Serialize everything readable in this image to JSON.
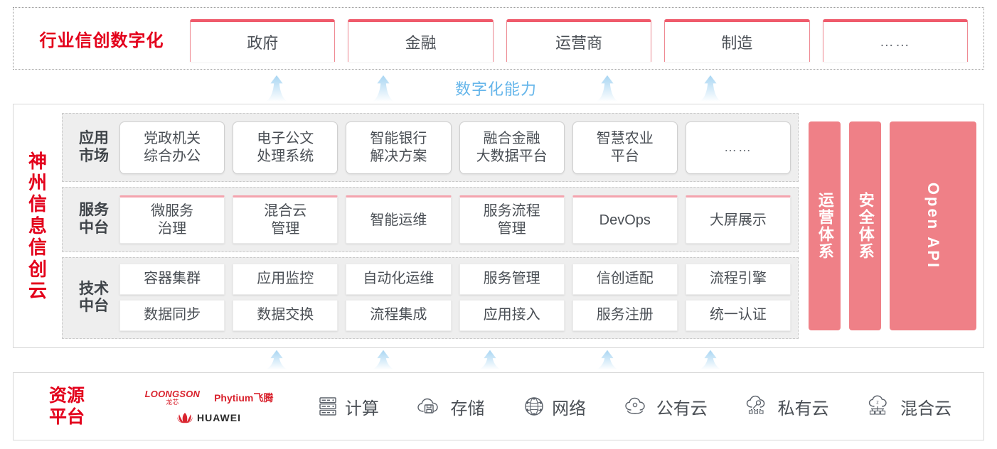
{
  "industry": {
    "title": "行业信创数字化",
    "tabs": [
      {
        "label": "政府"
      },
      {
        "label": "金融"
      },
      {
        "label": "运营商"
      },
      {
        "label": "制造"
      },
      {
        "label": "……"
      }
    ]
  },
  "capability_label": "数字化能力",
  "cloud": {
    "title": "神州信息信创云",
    "rows": [
      {
        "label": "应用\n市场",
        "label_line1": "应用",
        "label_line2": "市场",
        "cards": [
          {
            "l1": "党政机关",
            "l2": "综合办公"
          },
          {
            "l1": "电子公文",
            "l2": "处理系统"
          },
          {
            "l1": "智能银行",
            "l2": "解决方案"
          },
          {
            "l1": "融合金融",
            "l2": "大数据平台"
          },
          {
            "l1": "智慧农业",
            "l2": "平台"
          },
          {
            "l1": "……",
            "l2": ""
          }
        ]
      },
      {
        "label_line1": "服务",
        "label_line2": "中台",
        "cards": [
          {
            "l1": "微服务",
            "l2": "治理"
          },
          {
            "l1": "混合云",
            "l2": "管理"
          },
          {
            "l1": "智能运维",
            "l2": ""
          },
          {
            "l1": "服务流程",
            "l2": "管理"
          },
          {
            "l1": "DevOps",
            "l2": ""
          },
          {
            "l1": "大屏展示",
            "l2": ""
          }
        ]
      },
      {
        "label_line1": "技术",
        "label_line2": "中台",
        "cards_row1": [
          "容器集群",
          "应用监控",
          "自动化运维",
          "服务管理",
          "信创适配",
          "流程引擎"
        ],
        "cards_row2": [
          "数据同步",
          "数据交换",
          "流程集成",
          "应用接入",
          "服务注册",
          "统一认证"
        ]
      }
    ],
    "pillars": [
      {
        "label": "运营体系",
        "orientation": "vertical-cn"
      },
      {
        "label": "安全体系",
        "orientation": "vertical-cn"
      },
      {
        "label": "Open API",
        "orientation": "rotated-en"
      }
    ]
  },
  "resource": {
    "title_line1": "资源",
    "title_line2": "平台",
    "vendors": [
      {
        "name": "LOONGSON",
        "sub": "龙芯",
        "type": "loongson"
      },
      {
        "name": "Phytium飞腾",
        "type": "phytium"
      },
      {
        "name": "HUAWEI",
        "type": "huawei"
      }
    ],
    "items": [
      {
        "label": "计算",
        "icon": "server-icon"
      },
      {
        "label": "存储",
        "icon": "cloud-storage-icon"
      },
      {
        "label": "网络",
        "icon": "network-icon"
      },
      {
        "label": "公有云",
        "icon": "public-cloud-icon"
      },
      {
        "label": "私有云",
        "icon": "private-cloud-icon"
      },
      {
        "label": "混合云",
        "icon": "hybrid-cloud-icon"
      }
    ]
  },
  "colors": {
    "brand_red": "#e3001b",
    "pillar_pink": "#ef8087",
    "tab_accent": "#ef5a6b",
    "svc_accent": "#f4a3ad",
    "arrow_blue": "#bfdff5",
    "capability_text": "#64b5ea"
  },
  "arrows": {
    "upper_count": 4,
    "lower_count": 5,
    "upper_x": [
      390,
      540,
      855,
      1000
    ],
    "lower_x": [
      390,
      540,
      690,
      855,
      1000
    ]
  }
}
